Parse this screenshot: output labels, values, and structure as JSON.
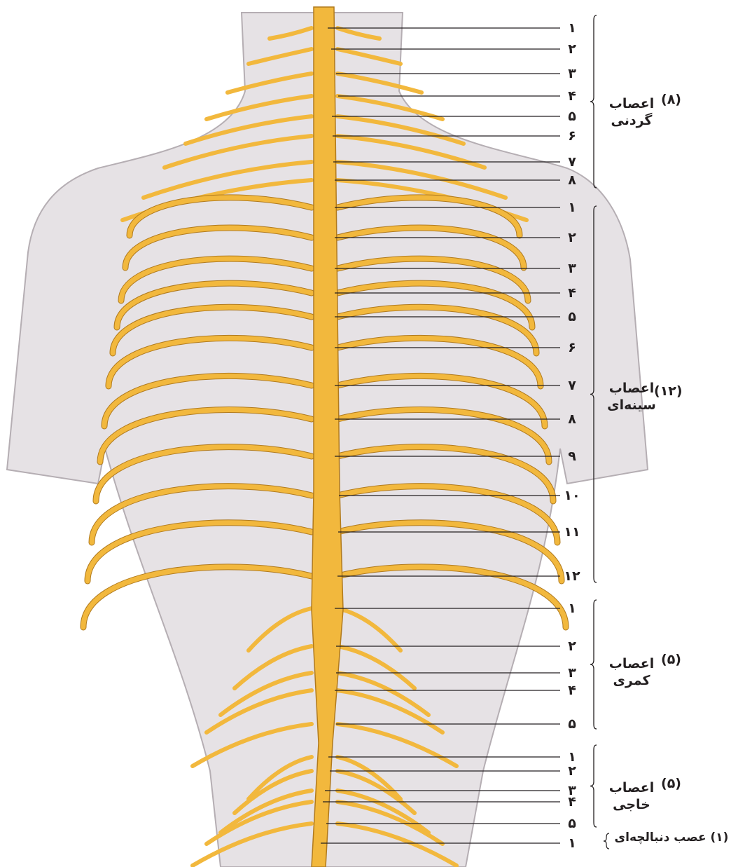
{
  "colors": {
    "nerve": "#f2b83d",
    "nerve_outline": "#b07a1e",
    "skin": "#e6e2e5",
    "skin_edge": "#b5aeb3",
    "text": "#231f20"
  },
  "groups": [
    {
      "name": "اعصاب گردنی",
      "line1": "اعصاب",
      "line2": "گردنی",
      "count": "(۸)",
      "labels": [
        "۱",
        "۲",
        "۳",
        "۴",
        "۵",
        "۶",
        "۷",
        "۸"
      ]
    },
    {
      "name": "اعصاب سینه‌ای",
      "line1": "اعصاب",
      "line2": "سینه‌ای",
      "count": "(۱۲)",
      "labels": [
        "۱",
        "۲",
        "۳",
        "۴",
        "۵",
        "۶",
        "۷",
        "۸",
        "۹",
        "۱۰",
        "۱۱",
        "۱۲"
      ]
    },
    {
      "name": "اعصاب کمری",
      "line1": "اعصاب",
      "line2": "کمری",
      "count": "(۵)",
      "labels": [
        "۱",
        "۲",
        "۳",
        "۴",
        "۵"
      ]
    },
    {
      "name": "اعصاب خاجی",
      "line1": "اعصاب",
      "line2": "خاجی",
      "count": "(۵)",
      "labels": [
        "۱",
        "۲",
        "۳",
        "۴",
        "۵"
      ]
    }
  ],
  "coccygeal": {
    "text": "(۱) عصب دنبالچه‌ای",
    "label": "۱"
  }
}
